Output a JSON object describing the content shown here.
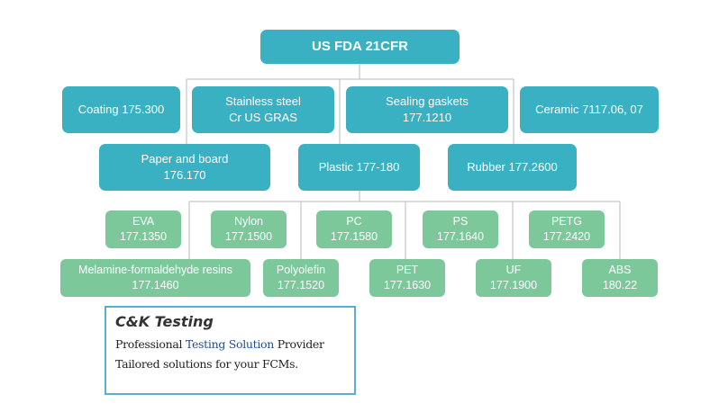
{
  "root": {
    "label": "US FDA 21CFR"
  },
  "categories": [
    {
      "lines": [
        "Coating 175.300"
      ]
    },
    {
      "lines": [
        "Stainless steel",
        "Cr US GRAS"
      ]
    },
    {
      "lines": [
        "Sealing gaskets",
        "177.1210"
      ]
    },
    {
      "lines": [
        "Ceramic 7117.06, 07"
      ]
    },
    {
      "lines": [
        "Paper and board",
        "176.170"
      ]
    },
    {
      "lines": [
        "Plastic 177-180"
      ]
    },
    {
      "lines": [
        "Rubber 177.2600"
      ]
    }
  ],
  "plastics": [
    {
      "name": "EVA",
      "code": "177.1350"
    },
    {
      "name": "Nylon",
      "code": "177.1500"
    },
    {
      "name": "PC",
      "code": "177.1580"
    },
    {
      "name": "PS",
      "code": "177.1640"
    },
    {
      "name": "PETG",
      "code": "177.2420"
    },
    {
      "name": "Melamine-formaldehyde resins",
      "code": "177.1460"
    },
    {
      "name": "Polyolefin",
      "code": "177.1520"
    },
    {
      "name": "PET",
      "code": "177.1630"
    },
    {
      "name": "UF",
      "code": "177.1900"
    },
    {
      "name": "ABS",
      "code": "180.22"
    }
  ],
  "brand": {
    "name": "C&K Testing",
    "tagline_pre": "Professional ",
    "tagline_hl": "Testing Solution",
    "tagline_post": " Provider",
    "subline": "Tailored solutions for your FCMs."
  },
  "colors": {
    "teal": "#3ab0c3",
    "green": "#7cc89b",
    "line": "#c8c8c8",
    "brand_border": "#5aaed0",
    "highlight": "#1f4e8c"
  }
}
